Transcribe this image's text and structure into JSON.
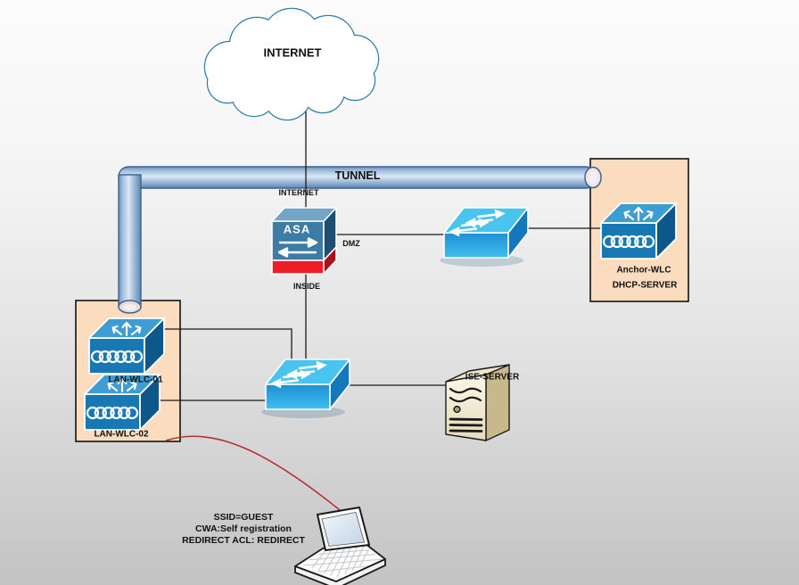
{
  "nodes": {
    "internet_cloud": {
      "label": "INTERNET"
    },
    "tunnel": {
      "label": "TUNNEL"
    },
    "asa": {
      "label": "ASA",
      "iface_top": "INTERNET",
      "iface_right": "DMZ",
      "iface_bottom": "INSIDE"
    },
    "anchor_site": {
      "line1": "Anchor-WLC",
      "line2": "DHCP-SERVER"
    },
    "lan_wlc_01": {
      "label": "LAN-WLC-01"
    },
    "lan_wlc_02": {
      "label": "LAN-WLC-02"
    },
    "ise_server": {
      "label": "ISE-SERVER"
    },
    "client_note": {
      "lines": [
        "SSID=GUEST",
        "CWA:Self registration",
        "REDIRECT ACL: REDIRECT"
      ]
    }
  },
  "icons": {
    "cloud": "internet-cloud-icon",
    "tunnel": "tunnel-pipe-icon",
    "firewall": "asa-firewall-icon",
    "switch": "ethernet-switch-icon",
    "wlc": "wireless-lan-controller-icon",
    "server": "tower-server-icon",
    "laptop": "client-laptop-icon"
  },
  "colors": {
    "canvas_top": "#fcfcfc",
    "canvas_bottom": "#c3c3c3",
    "site_box_fill": "#fbdcbe",
    "site_box_border": "#111111",
    "tunnel_blue": "#7da0c8",
    "switch_blue": "#29a9e8",
    "wlc_blue": "#1878b4",
    "asa_blue": "#3c7ca6",
    "asa_red": "#ee1c24",
    "server_tan": "#e8dfc0",
    "link_line": "#1a1a1a",
    "association_line": "#b03030"
  }
}
